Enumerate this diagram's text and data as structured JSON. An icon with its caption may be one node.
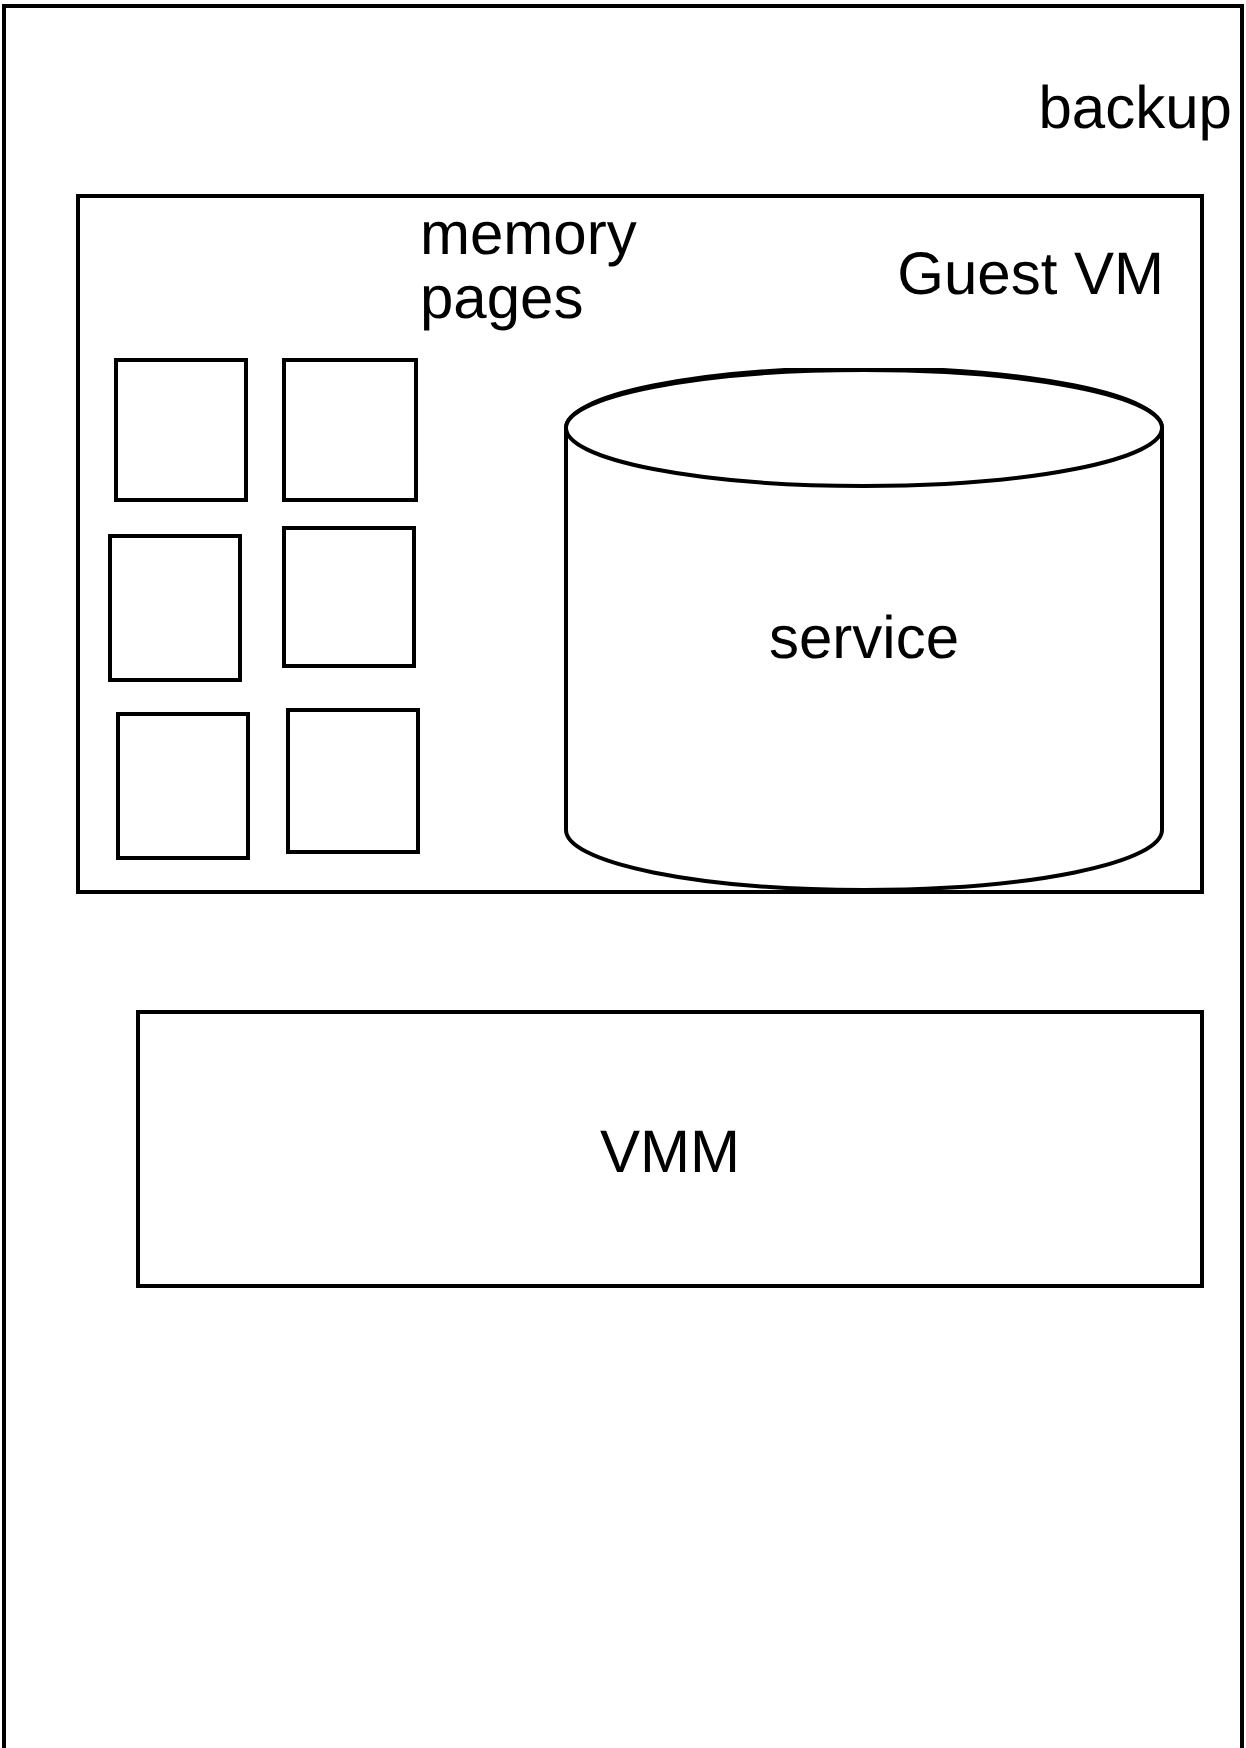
{
  "diagram": {
    "nodes": [
      {
        "text": [
          "backup"
        ]
      },
      {
        "text": [
          "Guest VM"
        ],
        "in": 0
      },
      {
        "text": [],
        "shape": "box",
        "in": 1
      },
      {
        "text": [],
        "shape": "box",
        "in": 1
      },
      {
        "text": [],
        "shape": "box",
        "in": 1
      },
      {
        "text": [],
        "shape": "box",
        "in": 1
      },
      {
        "text": [],
        "shape": "box",
        "in": 1
      },
      {
        "text": [],
        "shape": "box",
        "in": 1
      },
      {
        "text": [
          "service"
        ],
        "in": 1
      },
      {
        "text": [
          "VMM"
        ],
        "in": 0
      }
    ],
    "edges": [],
    "labels": [
      "memory pages"
    ]
  }
}
